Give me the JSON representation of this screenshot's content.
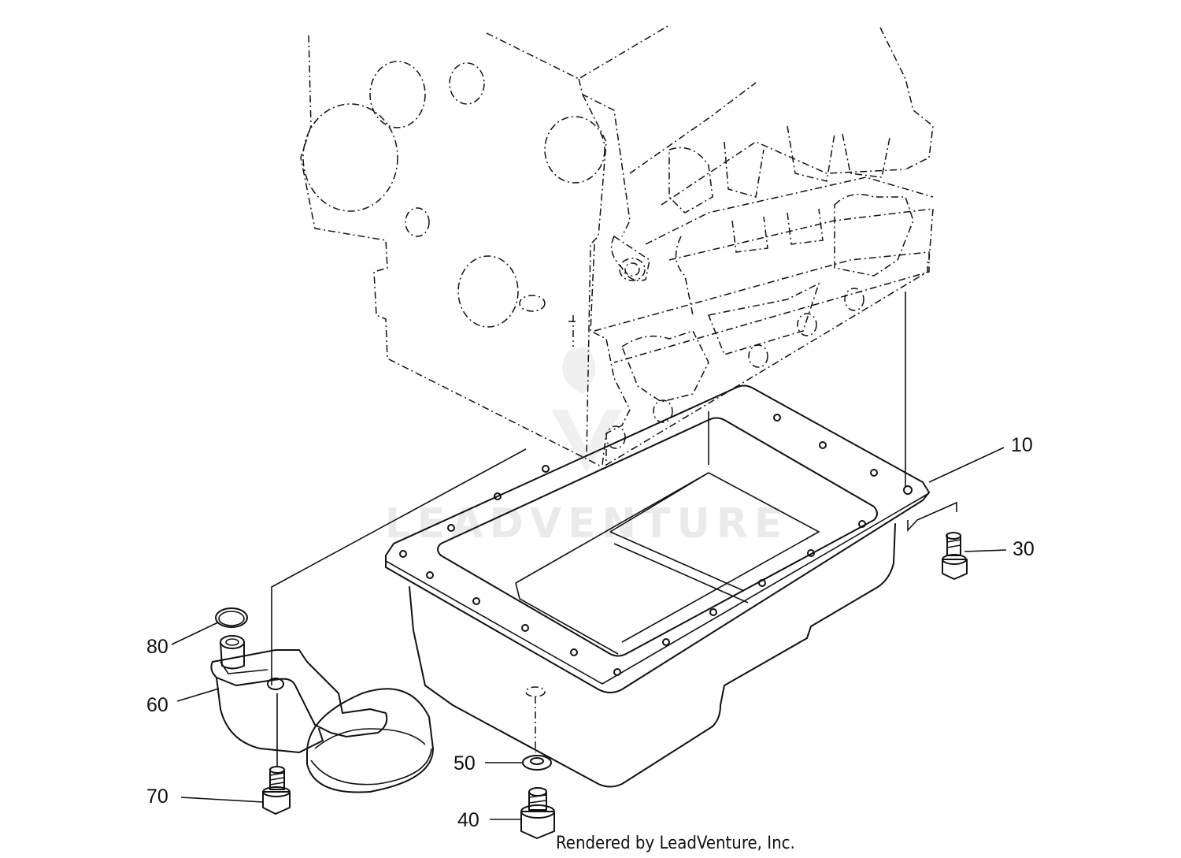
{
  "diagram": {
    "callouts": [
      {
        "id": "10",
        "label": "10"
      },
      {
        "id": "30",
        "label": "30"
      },
      {
        "id": "40",
        "label": "40"
      },
      {
        "id": "50",
        "label": "50"
      },
      {
        "id": "60",
        "label": "60"
      },
      {
        "id": "70",
        "label": "70"
      },
      {
        "id": "80",
        "label": "80"
      }
    ],
    "watermark": "LEADVENTURE",
    "credit": "Rendered by LeadVenture, Inc."
  }
}
